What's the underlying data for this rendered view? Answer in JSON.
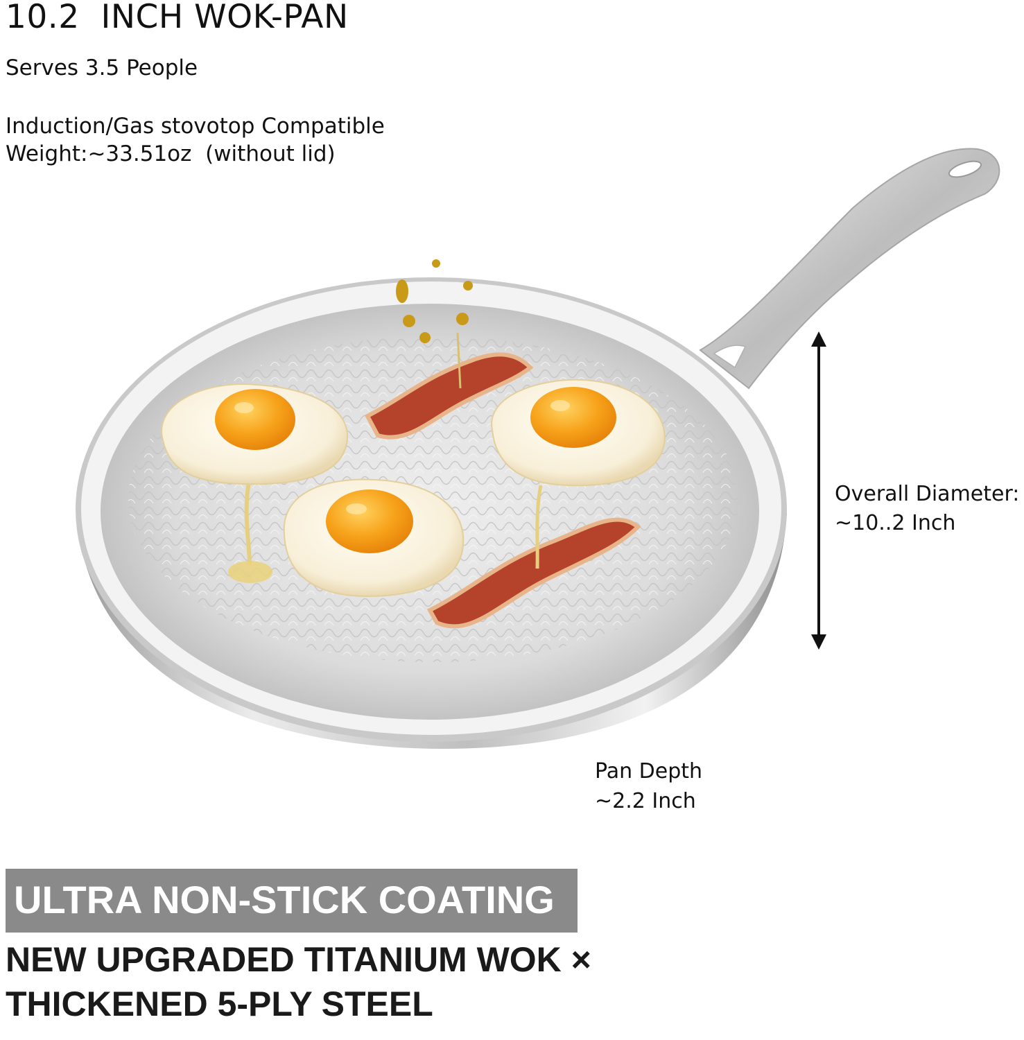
{
  "heading": {
    "title": "10.2  INCH WOK-PAN"
  },
  "specs": {
    "serves": "Serves 3.5 People",
    "compatibility": "Induction/Gas stovotop Compatible",
    "weight": "Weight:~33.51oz  (without lid)"
  },
  "dimensions": {
    "diameter_label": "Overall Diameter:",
    "diameter_value": "~10..2 Inch",
    "depth_label": "Pan Depth",
    "depth_value": "~2.2 Inch"
  },
  "banner": {
    "text": "ULTRA NON-STICK COATING"
  },
  "tagline": {
    "line1": "NEW UPGRADED TITANIUM WOK ×",
    "line2": "THICKENED 5-PLY STEEL"
  },
  "colors": {
    "banner_bg": "#8a8a8a",
    "banner_text": "#ffffff",
    "steel": "#d9d9d9",
    "yolk": "#f7a21a",
    "bacon": "#b5422a"
  }
}
